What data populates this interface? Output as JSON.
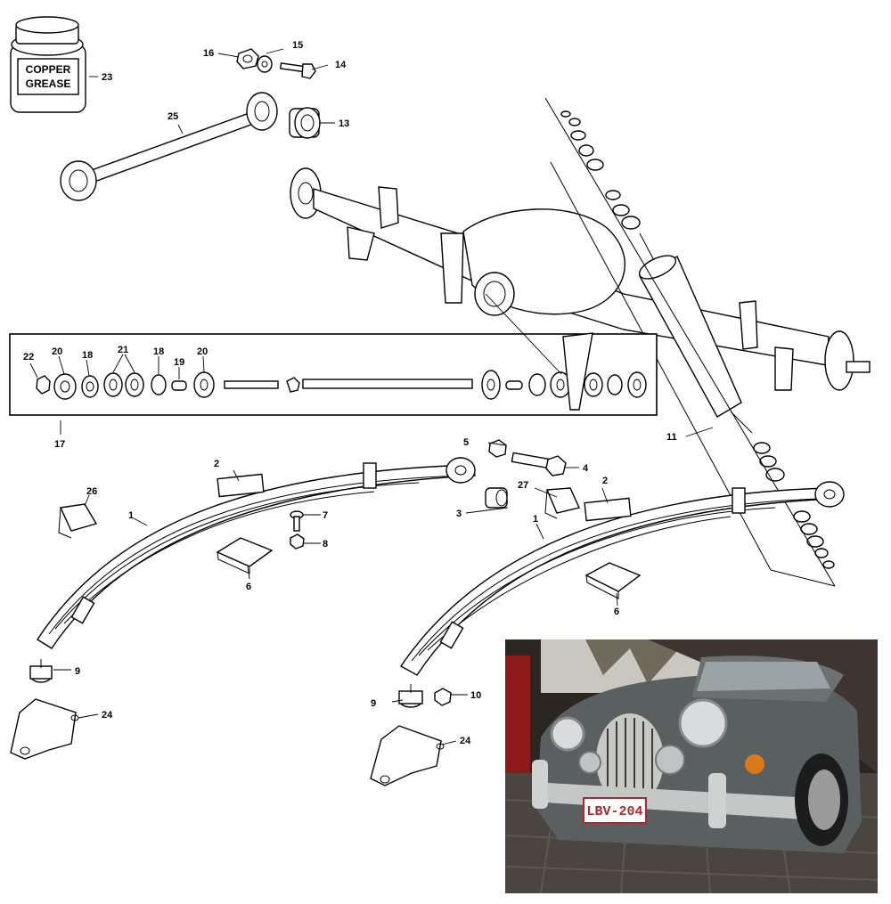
{
  "jar": {
    "line1": "COPPER",
    "line2": "GREASE"
  },
  "plate": {
    "text": "LBV-204"
  },
  "callouts": {
    "c1a": "1",
    "c1b": "1",
    "c2a": "2",
    "c2b": "2",
    "c3": "3",
    "c4": "4",
    "c5": "5",
    "c6a": "6",
    "c6b": "6",
    "c7": "7",
    "c8": "8",
    "c9a": "9",
    "c9b": "9",
    "c10": "10",
    "c11": "11",
    "c13": "13",
    "c14": "14",
    "c15": "15",
    "c16": "16",
    "c17": "17",
    "c18a": "18",
    "c18b": "18",
    "c19": "19",
    "c20a": "20",
    "c20b": "20",
    "c21": "21",
    "c22": "22",
    "c23": "23",
    "c24a": "24",
    "c24b": "24",
    "c25": "25",
    "c26": "26",
    "c27": "27"
  },
  "colors": {
    "line": "#000000",
    "paper": "#ffffff",
    "plate_red": "#b3262e"
  }
}
